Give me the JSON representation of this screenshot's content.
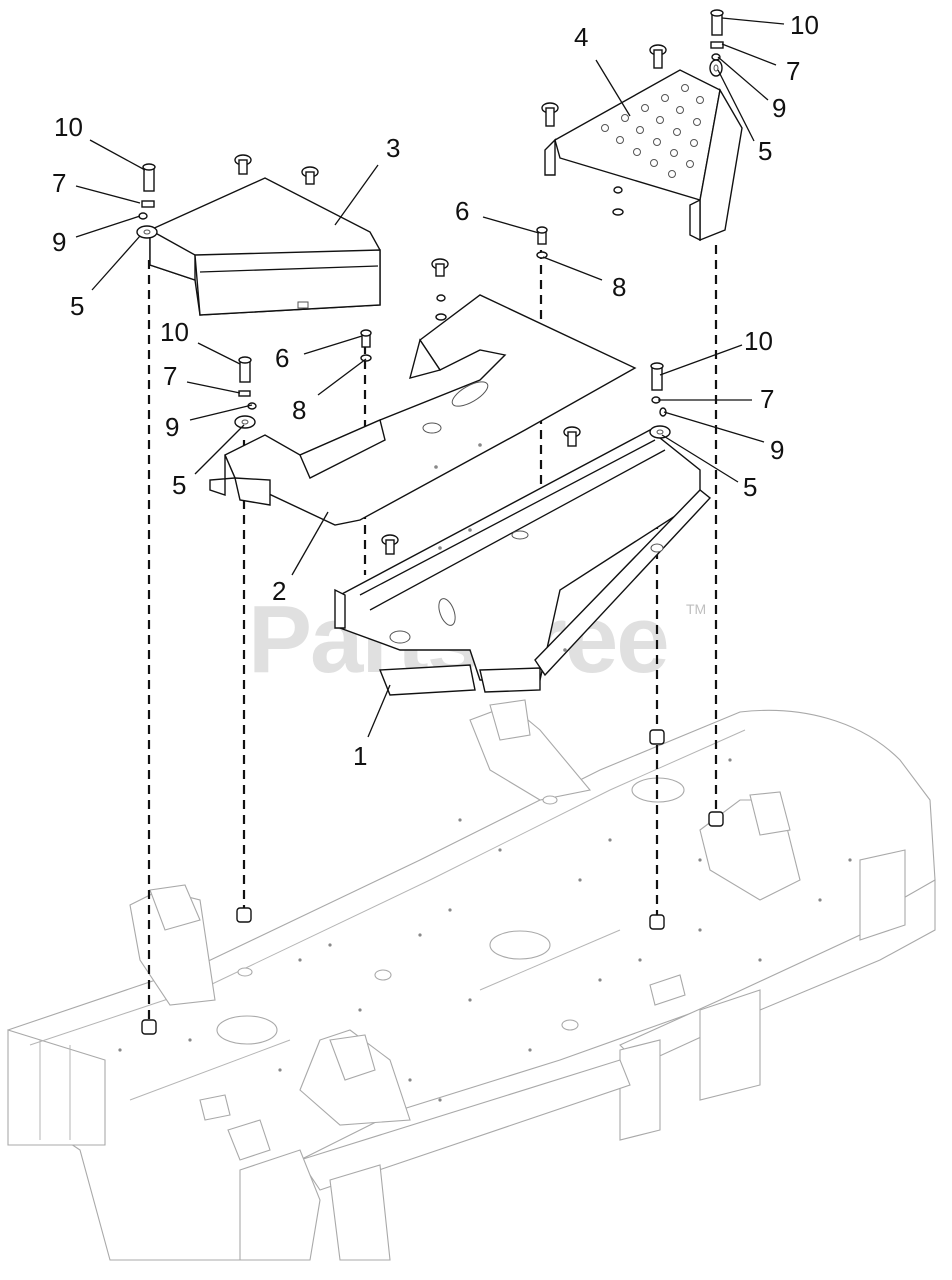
{
  "callouts": {
    "c1": "1",
    "c2": "2",
    "c3": "3",
    "c4": "4",
    "c5a": "5",
    "c5b": "5",
    "c5c": "5",
    "c5d": "5",
    "c6a": "6",
    "c6b": "6",
    "c7a": "7",
    "c7b": "7",
    "c7c": "7",
    "c7d": "7",
    "c8a": "8",
    "c8b": "8",
    "c9a": "9",
    "c9b": "9",
    "c9c": "9",
    "c9d": "9",
    "c10a": "10",
    "c10b": "10",
    "c10c": "10",
    "c10d": "10"
  },
  "watermark": {
    "text": "PartsTree",
    "trademark": "TM"
  },
  "colors": {
    "line": "#111111",
    "deck": "#a9a9a9",
    "watermark": "#c8c8c8"
  }
}
